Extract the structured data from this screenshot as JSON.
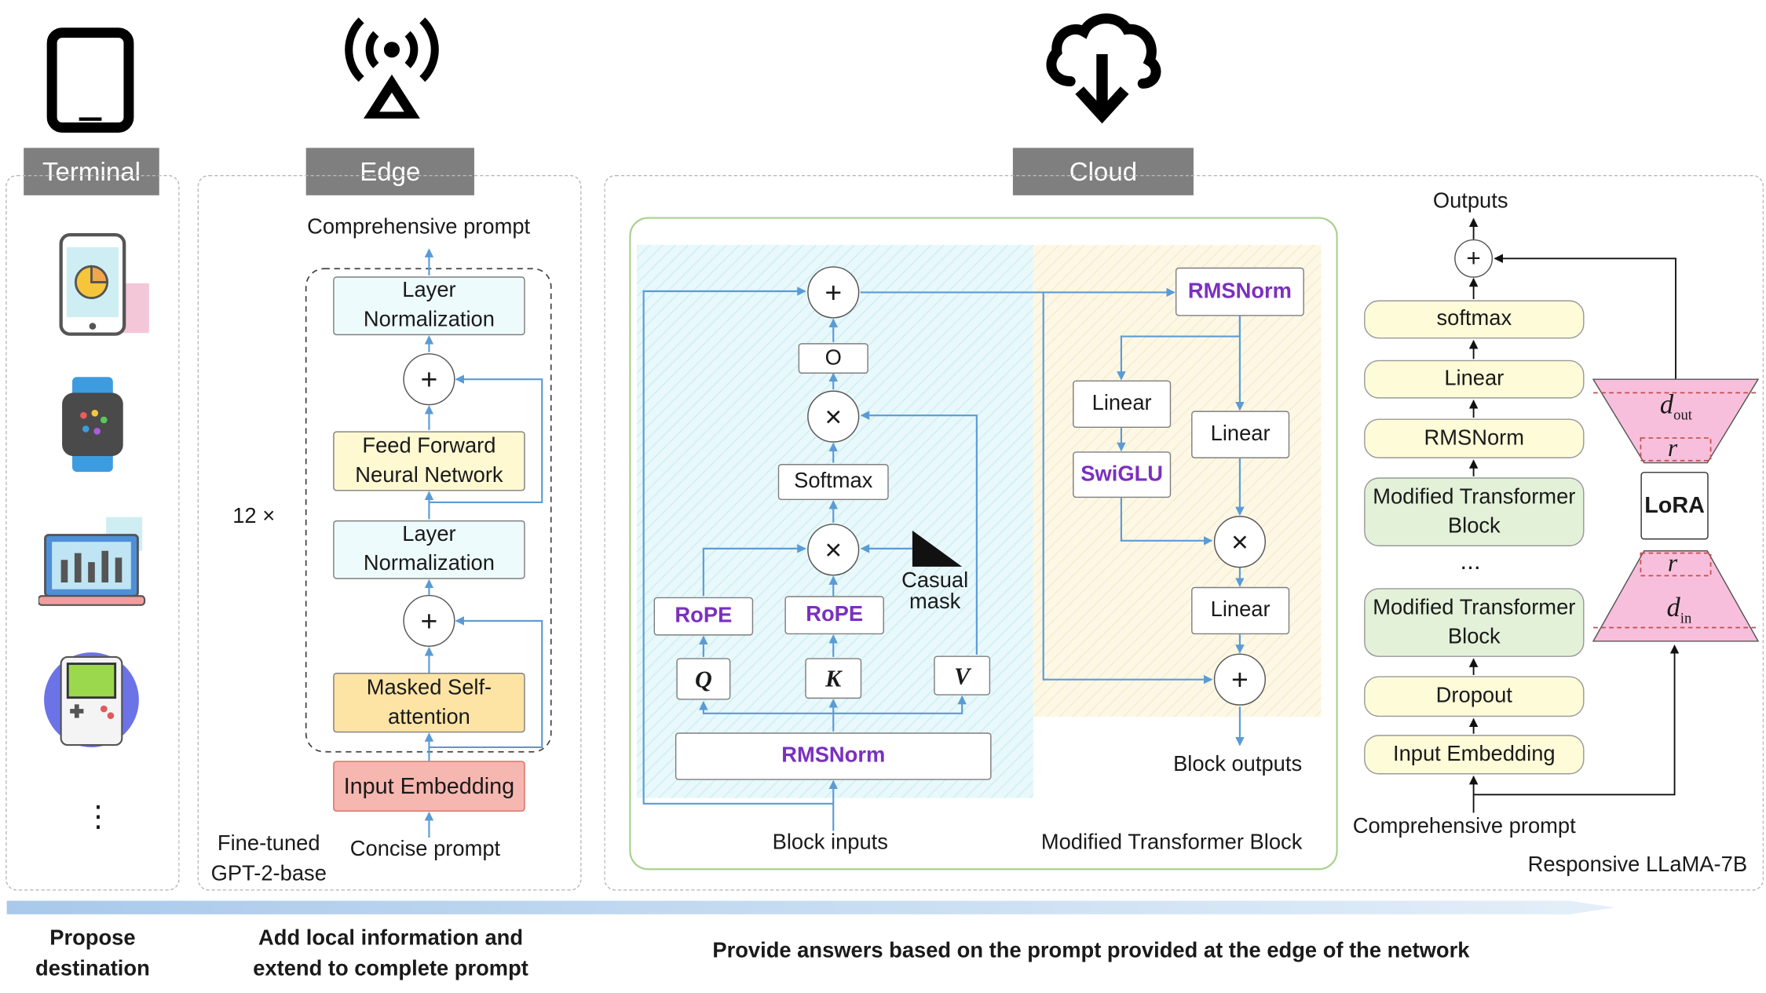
{
  "headers": {
    "terminal": "Terminal",
    "edge": "Edge",
    "cloud": "Cloud"
  },
  "terminal": {
    "ellipsis": "⋮",
    "stage": "Propose destination"
  },
  "edge": {
    "top_label": "Comprehensive prompt",
    "layer_norm": "Layer Normalization",
    "feed_forward": "Feed Forward Neural Network",
    "masked_attention": "Masked Self-attention",
    "input_embedding": "Input Embedding",
    "repeat": "12 ×",
    "model": "Fine-tuned GPT-2-base",
    "input": "Concise prompt",
    "stage": "Add local information and extend to complete prompt"
  },
  "attention": {
    "plus": "+",
    "times": "×",
    "o": "O",
    "softmax": "Softmax",
    "rope": "RoPE",
    "q": "Q",
    "k": "K",
    "v": "V",
    "causal_mask": "Casual mask",
    "rmsnorm": "RMSNorm",
    "block_inputs": "Block inputs"
  },
  "ffn": {
    "rmsnorm": "RMSNorm",
    "linear": "Linear",
    "swiglu": "SwiGLU",
    "block_outputs": "Block outputs",
    "block_title": "Modified Transformer Block"
  },
  "llama": {
    "outputs": "Outputs",
    "softmax": "softmax",
    "linear": "Linear",
    "rmsnorm": "RMSNorm",
    "modified_block": "Modified Transformer Block",
    "ellipsis": "...",
    "dropout": "Dropout",
    "input_embedding": "Input Embedding",
    "input": "Comprehensive prompt",
    "model": "Responsive LLaMA-7B",
    "lora": "LoRA",
    "d_out": "d",
    "d_out_sub": "out",
    "d_in": "d",
    "d_in_sub": "in",
    "r": "r"
  },
  "cloud_stage": "Provide answers based on the prompt provided at the edge of the network",
  "colors": {
    "arrow": "#5b9bd5",
    "header": "#7f7f7f",
    "purple": "#7b2fbf",
    "lora": "#f8bfdc"
  }
}
